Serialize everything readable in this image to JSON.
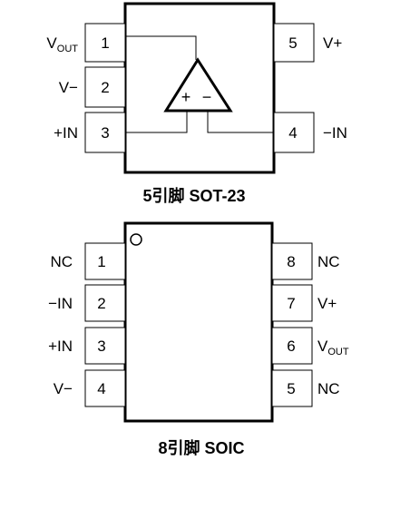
{
  "sot23": {
    "caption": "5引脚 SOT-23",
    "pins": [
      {
        "number": "1",
        "name": "V",
        "name_sub": "OUT"
      },
      {
        "number": "2",
        "name": "V−",
        "name_sub": ""
      },
      {
        "number": "3",
        "name": "+IN",
        "name_sub": ""
      },
      {
        "number": "4",
        "name": "−IN",
        "name_sub": ""
      },
      {
        "number": "5",
        "name": "V+",
        "name_sub": ""
      }
    ],
    "opamp": {
      "plus_sign": "+",
      "minus_sign": "−"
    }
  },
  "soic": {
    "caption": "8引脚 SOIC",
    "pins": [
      {
        "number": "1",
        "name": "NC",
        "name_sub": ""
      },
      {
        "number": "2",
        "name": "−IN",
        "name_sub": ""
      },
      {
        "number": "3",
        "name": "+IN",
        "name_sub": ""
      },
      {
        "number": "4",
        "name": "V−",
        "name_sub": ""
      },
      {
        "number": "5",
        "name": "NC",
        "name_sub": ""
      },
      {
        "number": "6",
        "name": "V",
        "name_sub": "OUT"
      },
      {
        "number": "7",
        "name": "V+",
        "name_sub": ""
      },
      {
        "number": "8",
        "name": "NC",
        "name_sub": ""
      }
    ]
  }
}
